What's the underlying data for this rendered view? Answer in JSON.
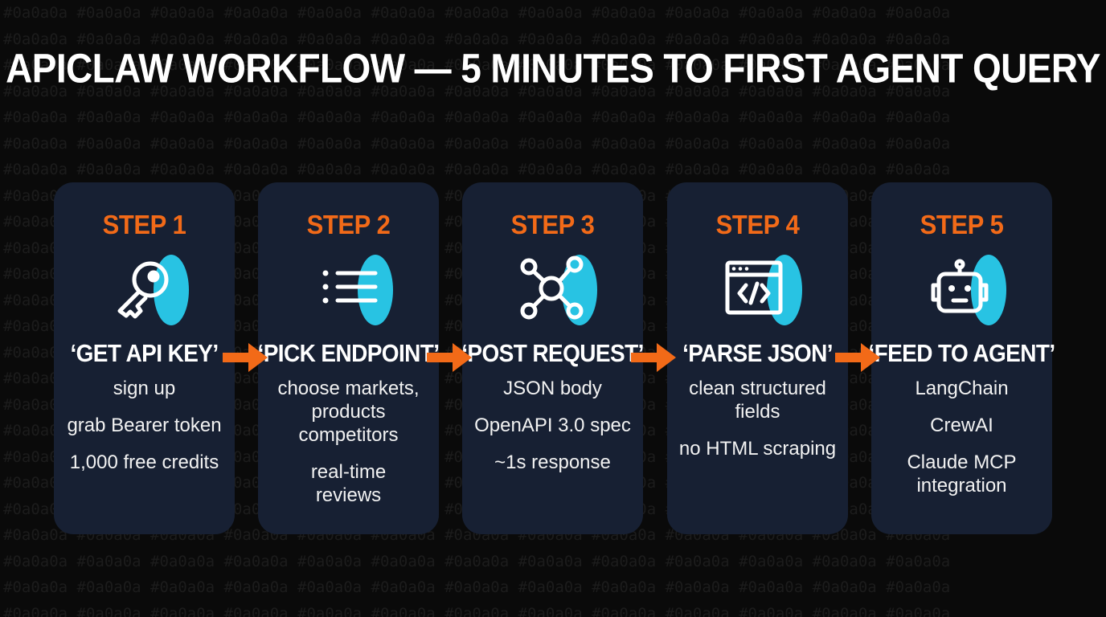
{
  "background_text": "#0a0a0a",
  "title": "APICLAW WORKFLOW — 5 MINUTES TO FIRST AGENT QUERY",
  "colors": {
    "background": "#0a0a0a",
    "card": "#172033",
    "accent_orange": "#f26a18",
    "accent_cyan": "#28c3e3",
    "text": "#ffffff"
  },
  "steps": [
    {
      "label": "STEP 1",
      "icon": "key-icon",
      "heading": "‘GET API KEY’",
      "lines": [
        "sign up",
        "grab Bearer token",
        "1,000 free credits"
      ]
    },
    {
      "label": "STEP 2",
      "icon": "list-icon",
      "heading": "‘PICK ENDPOINT’",
      "lines": [
        "choose markets,",
        "products",
        "competitors",
        "real-time",
        "reviews"
      ]
    },
    {
      "label": "STEP 3",
      "icon": "network-icon",
      "heading": "‘POST REQUEST’",
      "lines": [
        "JSON body",
        "OpenAPI 3.0 spec",
        "~1s response"
      ]
    },
    {
      "label": "STEP 4",
      "icon": "code-window-icon",
      "heading": "‘PARSE JSON’",
      "lines": [
        "clean structured",
        "fields",
        "no HTML scraping"
      ]
    },
    {
      "label": "STEP 5",
      "icon": "robot-icon",
      "heading": "‘FEED TO AGENT’",
      "lines": [
        "LangChain",
        "CrewAI",
        "Claude MCP",
        "integration"
      ]
    }
  ]
}
